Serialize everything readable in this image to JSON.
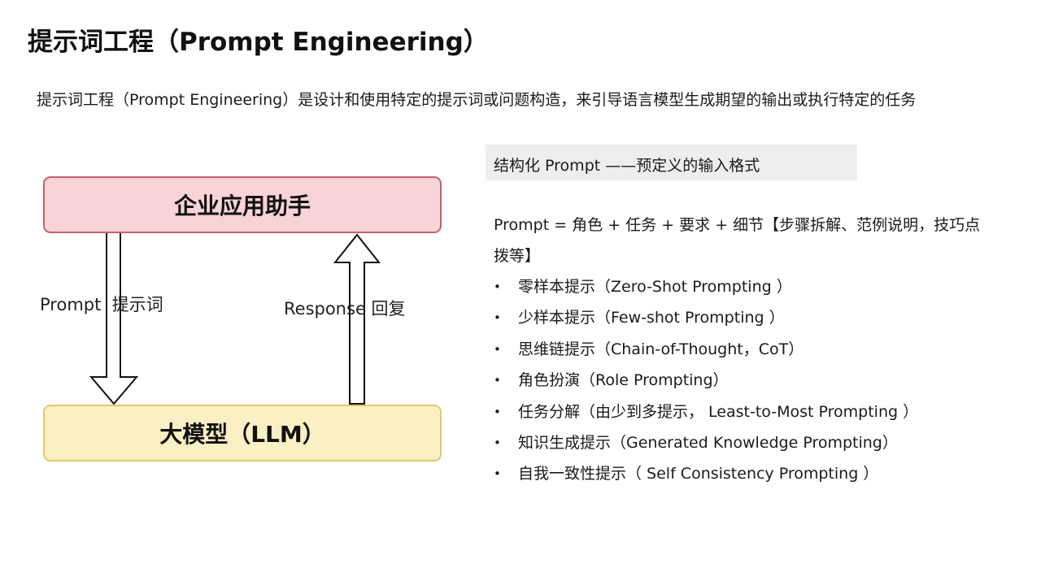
{
  "slide": {
    "title": "提示词工程（Prompt Engineering）",
    "intro": "提示词工程（Prompt Engineering）是设计和使用特定的提示词或问题构造，来引导语言模型生成期望的输出或执行特定的任务"
  },
  "diagram": {
    "top_box": "企业应用助手",
    "bottom_box": "大模型（LLM）",
    "down_label": "Prompt  提示词",
    "up_label": "Response 回复",
    "colors": {
      "top_fill": "#f8d3d7",
      "top_border": "#c9616c",
      "bottom_fill": "#fbefc4",
      "bottom_border": "#e3c86a"
    }
  },
  "structured": {
    "heading": "结构化 Prompt ——预定义的输入格式",
    "formula": "Prompt = 角色 + 任务 + 要求 + 细节【步骤拆解、范例说明，技巧点拨等】",
    "bullet_symbol": "•",
    "techniques": [
      "零样本提示（Zero-Shot Prompting ）",
      "少样本提示（Few-shot Prompting ）",
      "思维链提示（Chain-of-Thought，CoT）",
      "角色扮演（Role Prompting）",
      "任务分解（由少到多提示， Least-to-Most Prompting ）",
      "知识生成提示（Generated Knowledge Prompting）",
      "自我一致性提示（ Self Consistency Prompting ）"
    ]
  }
}
